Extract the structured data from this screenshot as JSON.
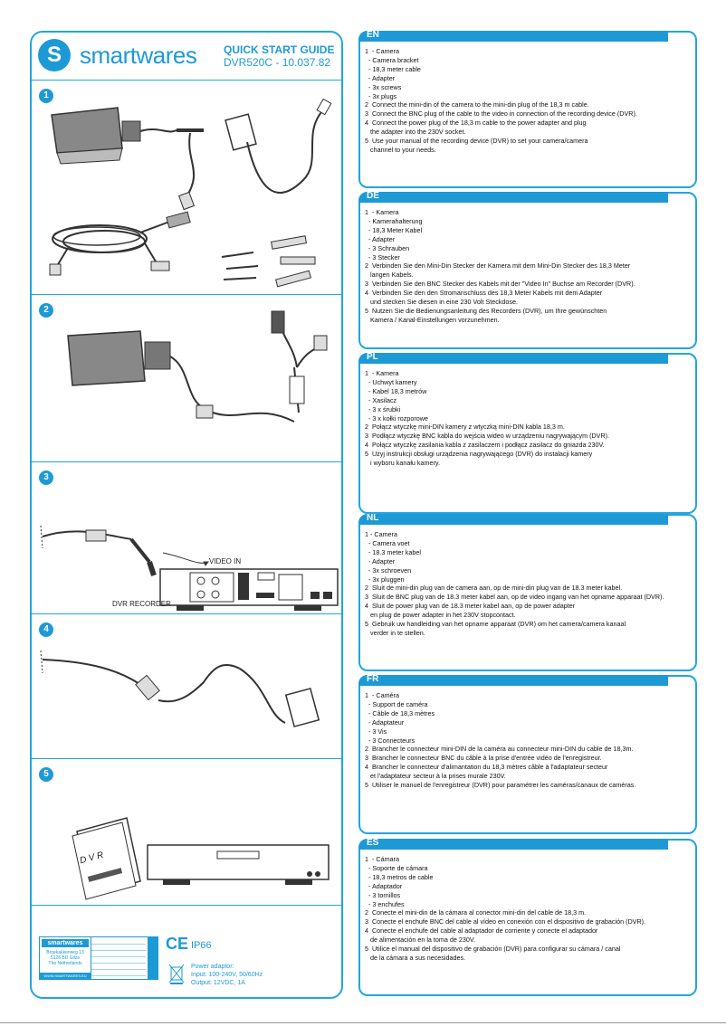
{
  "brand": {
    "logo_letter": "S",
    "logo_name": "smartwares",
    "guide_title": "QUICK START GUIDE",
    "model": "DVR520C - 10.037.82"
  },
  "steps": [
    "1",
    "2",
    "3",
    "4",
    "5"
  ],
  "diagram_labels": {
    "video_in": "VIDEO IN",
    "dvr_recorder": "DVR RECORDER",
    "dvr_box": "D V R"
  },
  "footer": {
    "badge_brand": "smartwares",
    "badge_address": [
      "Broekakkerweg 13",
      "5126 BD Gilze",
      "The Netherlands"
    ],
    "badge_url": "WWW.SMARTWARES.EU",
    "ce": "CE",
    "ip": "IP66",
    "power_title": "Power adaptor:",
    "power_input": "Input: 100-240V, 50/60Hz",
    "power_output": "Output: 12VDC, 1A"
  },
  "languages": [
    {
      "code": "EN",
      "lines": [
        "1  - Camera",
        "  - Camera bracket",
        "  - 18,3 meter cable",
        "  - Adapter",
        "  - 3x screws",
        "  - 3x plugs",
        "2  Connect the mini-din of the camera to the mini-din plug of the 18,3 m cable.",
        "3  Connect the BNC plug of the cable to the video in connection of the recording device (DVR).",
        "4  Connect the power plug of the 18,3 m cable to the power adapter and plug",
        "   the adapter into the 230V socket.",
        "5  Use your manual of the recording device (DVR) to set your camera/camera",
        "   channel to your needs."
      ]
    },
    {
      "code": "DE",
      "lines": [
        "1  - Kamera",
        "  - Kamerahalterung",
        "  - 18,3 Meter Kabel",
        "  - Adapter",
        "  - 3 Schrauben",
        "  - 3 Stecker",
        "2  Verbinden Sie den Mini-Din Stecker der Kamera mit dem Mini-Din Stecker des 18,3 Meter",
        "   langen Kabels.",
        "3  Verbinden Sie den BNC Stecker des Kabels mit der \"Video In\" Buchse am Recorder (DVR).",
        "4  Verbinden Sie den den Stromanschluss des 18,3 Meter Kabels mit dem Adapter",
        "   und stecken Sie diesen in eine 230 Volt Steckdose.",
        "5  Nutzen Sie die Bedienungsanleitung des Recorders (DVR), um Ihre gewünschten",
        "   Kamera / Kanal-Einstellungen vorzunehmen."
      ]
    },
    {
      "code": "PL",
      "lines": [
        "1  - Kamera",
        "  - Uchwyt kamery",
        "  - Kabel 18,3 metrów",
        "  - Xasilacz",
        "  - 3 x śrubki",
        "  - 3 x kołki rozporowe",
        "2  Połącz wtyczkę mini-DIN kamery z wtyczką mini-DIN kabla 18,3 m.",
        "3  Podłącz wtyczkę BNC kabla do wejścia wideo w urządzeniu nagrywającym (DVR).",
        "4  Połącz wtyczkę zasilania kabla z zasilaczem i podłącz zasilacz do gniazda 230V.",
        "5  Użyj instrukcji obsługi urządzenia nagrywającego (DVR) do instalacji kamery",
        "   i wyboru kanału kamery."
      ]
    },
    {
      "code": "NL",
      "lines": [
        "1 - Camera",
        "  - Camera voet",
        "  - 18.3 meter kabel",
        "  - Adapter",
        "  - 3x schroeven",
        "  - 3x pluggen",
        "2  Sluit de mini-din plug van de camera aan, op de mini-din plug van de 18.3 meter kabel.",
        "3  Sluit de BNC plug van de 18.3 meter kabel aan, op de video ingang van het opname apparaat (DVR).",
        "4  Sluit de power plug van de 18.3 meter kabel aan, op de power adapter",
        "   en plug de power adapter in het 230V stopcontact.",
        "5  Gebruik uw handleiding van het opname apparaat (DVR) om het camera/camera kanaal",
        "   verder in te stellen."
      ]
    },
    {
      "code": "FR",
      "lines": [
        "1  - Caméra",
        "  - Support de caméra",
        "  - Câble de 18,3 mètres",
        "  - Adaptateur",
        "  - 3 Vis",
        "  - 3 Connecteurs",
        "2  Brancher le connecteur mini-DIN de la caméra au connecteur mini-DIN du cable de 18,3m.",
        "3  Brancher le connecteur BNC du câble à la prise d'entrée vidéo de l'enregistreur.",
        "4  Brancher le connecteur d'alimantation du 18,3 mètres câble à l'adaptateur secteur",
        "   et l'adaptateur secteur à la prises murale 230V.",
        "5  Utiliser le manuel de l'enregistreur (DVR) pour paramétrer les caméras/canaux de caméras."
      ]
    },
    {
      "code": "ES",
      "lines": [
        "1  - Cámara",
        "  - Soporte de cámara",
        "  - 18,3 metros de cable",
        "  - Adaptador",
        "  - 3 tornillos",
        "  - 3 enchufes",
        "2  Conecte el mini-din de la cámara al conector mini-din del cable de 18,3 m.",
        "3  Conecte el enchufe BNC del cable al vídeo en conexión con el dispositivo de grabación (DVR).",
        "4  Conecte el enchufe del cable al adaptador de corriente y conecte el adaptador",
        "   de alimentación en la toma de 230V.",
        "5  Utilice el manual del dispositivo de grabación (DVR) para configurar su cámara / canal",
        "   de la cámara a sus necesidades."
      ]
    }
  ]
}
